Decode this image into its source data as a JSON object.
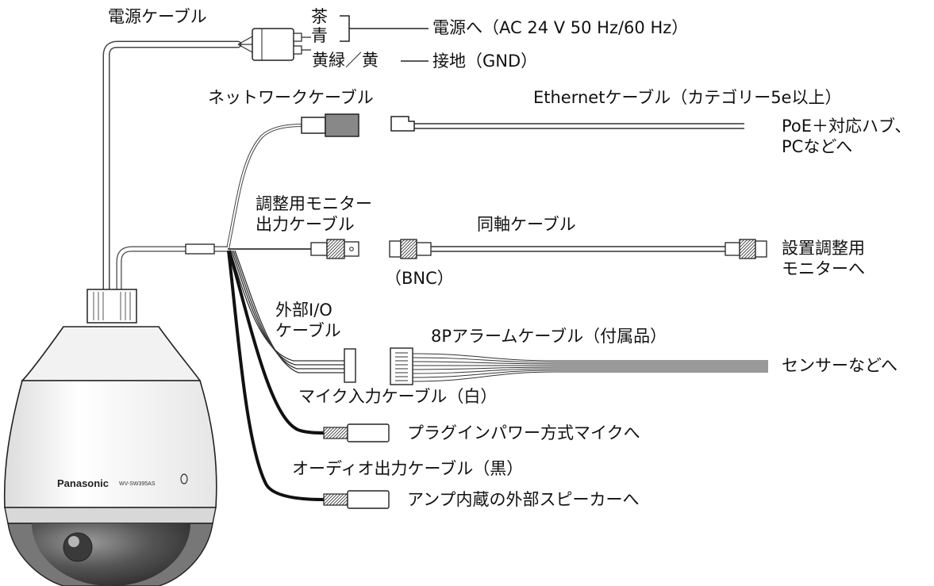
{
  "labels": {
    "power_cable": "電源ケーブル",
    "wire_brown": "茶",
    "wire_blue": "青",
    "wire_yg": "黄緑／黄",
    "to_power": "電源へ（AC 24 V 50 Hz/60 Hz）",
    "to_ground": "接地（GND）",
    "network_cable": "ネットワークケーブル",
    "ethernet_cable": "Ethernetケーブル（カテゴリー5e以上）",
    "poe_dest_1": "PoE＋対応ハブ、",
    "poe_dest_2": "PCなどへ",
    "monitor_out_1": "調整用モニター",
    "monitor_out_2": "出力ケーブル",
    "coax_cable": "同軸ケーブル",
    "bnc": "（BNC）",
    "monitor_dest_1": "設置調整用",
    "monitor_dest_2": "モニターへ",
    "ext_io_1": "外部I/O",
    "ext_io_2": "ケーブル",
    "alarm_cable": "8Pアラームケーブル（付属品）",
    "sensor_dest": "センサーなどへ",
    "mic_cable": "マイク入力ケーブル（白）",
    "mic_dest": "プラグインパワー方式マイクへ",
    "audio_out_cable": "オーディオ出力ケーブル（黒）",
    "speaker_dest": "アンプ内蔵の外部スピーカーへ"
  },
  "camera": {
    "brand": "Panasonic",
    "model": "WV-SW395AS"
  }
}
